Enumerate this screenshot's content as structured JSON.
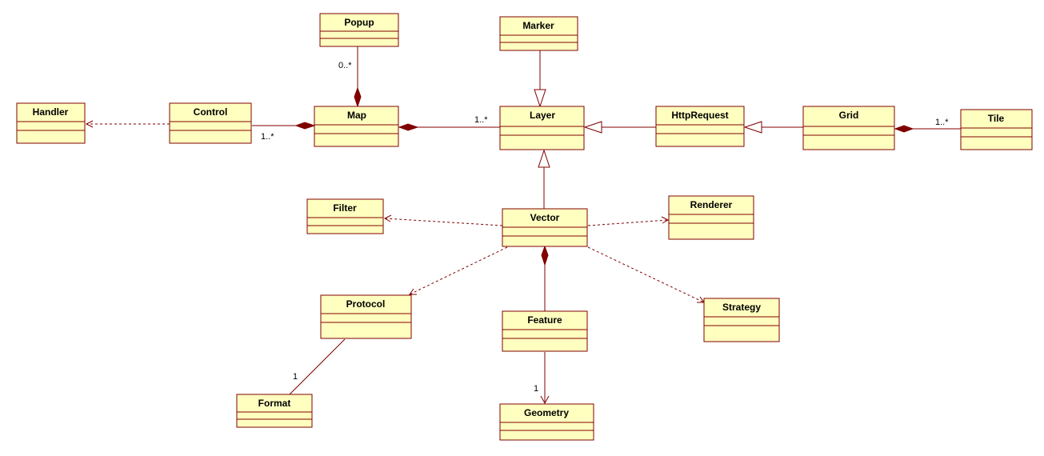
{
  "diagram": {
    "style": {
      "box_fill": "#ffffc0",
      "line_color": "#800000",
      "text_color": "#000000"
    },
    "classes": {
      "popup": "Popup",
      "marker": "Marker",
      "handler": "Handler",
      "control": "Control",
      "map": "Map",
      "layer": "Layer",
      "httprequest": "HttpRequest",
      "grid": "Grid",
      "tile": "Tile",
      "filter": "Filter",
      "vector": "Vector",
      "renderer": "Renderer",
      "protocol": "Protocol",
      "feature": "Feature",
      "strategy": "Strategy",
      "format": "Format",
      "geometry": "Geometry"
    },
    "multiplicities": {
      "popup_map": "0..*",
      "control_map": "1..*",
      "map_layer": "1..*",
      "grid_tile": "1..*",
      "protocol_format": "1",
      "feature_geometry": "1"
    }
  }
}
